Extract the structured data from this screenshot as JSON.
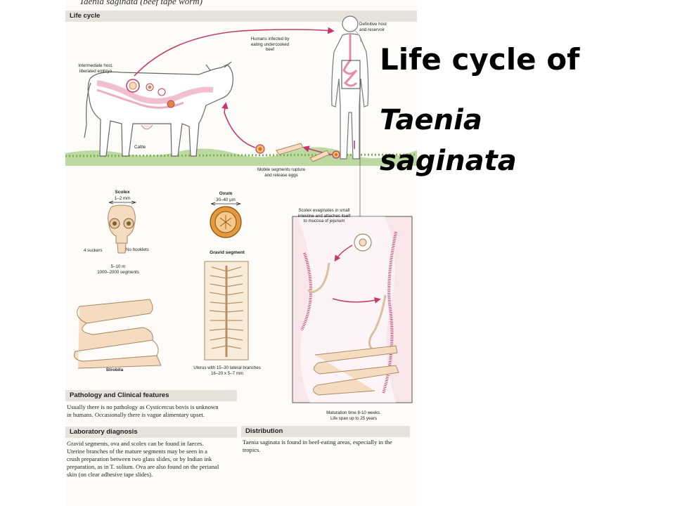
{
  "page_header": "Taenia saginata (beef tape worm)",
  "sections": {
    "life_cycle": "Life cycle",
    "pathology": "Pathology and Clinical features",
    "lab": "Laboratory diagnosis",
    "distribution": "Distribution"
  },
  "labels": {
    "definitive_host_1": "Definitive host",
    "definitive_host_2": "and reservoir",
    "humans_infected_1": "Humans infected by",
    "humans_infected_2": "eating undercooked",
    "humans_infected_3": "beef",
    "intermediate_1": "Intermediate host,",
    "intermediate_2": "liberated embryo",
    "cattle": "Cattle",
    "mobile_1": "Mobile segments rupture",
    "mobile_2": "and release eggs",
    "scolex": "Scolex",
    "scolex_size": "1–2 mm",
    "suckers": "4 suckers",
    "no_hooklets": "No hooklets",
    "length": "5–10 m",
    "segments": "1000–2000 segments",
    "ovum": "Ovum",
    "ovum_size": "30–40 µm",
    "gravid": "Gravid segment",
    "strobila": "Strobila",
    "uterus_1": "Uterus with 15–30 lateral branches",
    "uterus_2": "16–20 x 5–7 mm",
    "scolex_evag_1": "Scolex evaginates in small",
    "scolex_evag_2": "intestine and attaches itself",
    "scolex_evag_3": "to mucosa of jejunum",
    "maturation_1": "Maturation time 8-10 weeks.",
    "maturation_2": "Life span up to 25 years"
  },
  "pathology_text": [
    "Usually there is no pathology as Cysticercus bovis is unknown",
    "in humans. Occasionally there is vague alimentary upset."
  ],
  "lab_text": [
    "Gravid segments, ova and scolex can be found in faeces.",
    "Uterine branches of the mature segments may be seen in a",
    "crush preparation between two glass slides, or by Indian ink",
    "preparation, as in T. solium. Ova are also found on the perianal",
    "skin (on clear adhesive tape slides)."
  ],
  "distribution_text": [
    "Taenia saginata is found in beef-eating areas, especially in the",
    "tropics."
  ],
  "title": {
    "line1": "Life cycle of",
    "line2": "Taenia",
    "line3": "saginata"
  },
  "colors": {
    "arrow": "#c23a6a",
    "section_bg": "#e6e3df",
    "worm": "#f5dcc0",
    "intestine": "#f6d9df",
    "grass": "#7cae52"
  }
}
